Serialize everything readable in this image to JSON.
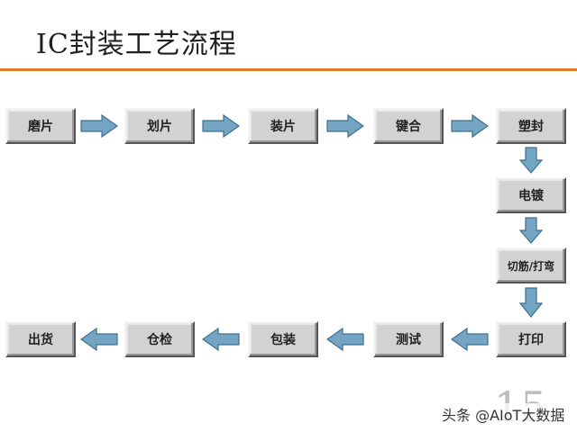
{
  "title": "IC封装工艺流程",
  "steps": [
    "磨片",
    "划片",
    "装片",
    "键合",
    "塑封",
    "电镀",
    "切筋/打弯",
    "打印",
    "测试",
    "包装",
    "仓检",
    "出货"
  ],
  "colors": {
    "rule": "#e07a28",
    "arrow_fill": "#74a6c4",
    "arrow_stroke": "#3f6f8f"
  },
  "page_number": "15",
  "watermark": "头条 @AIoT大数据"
}
